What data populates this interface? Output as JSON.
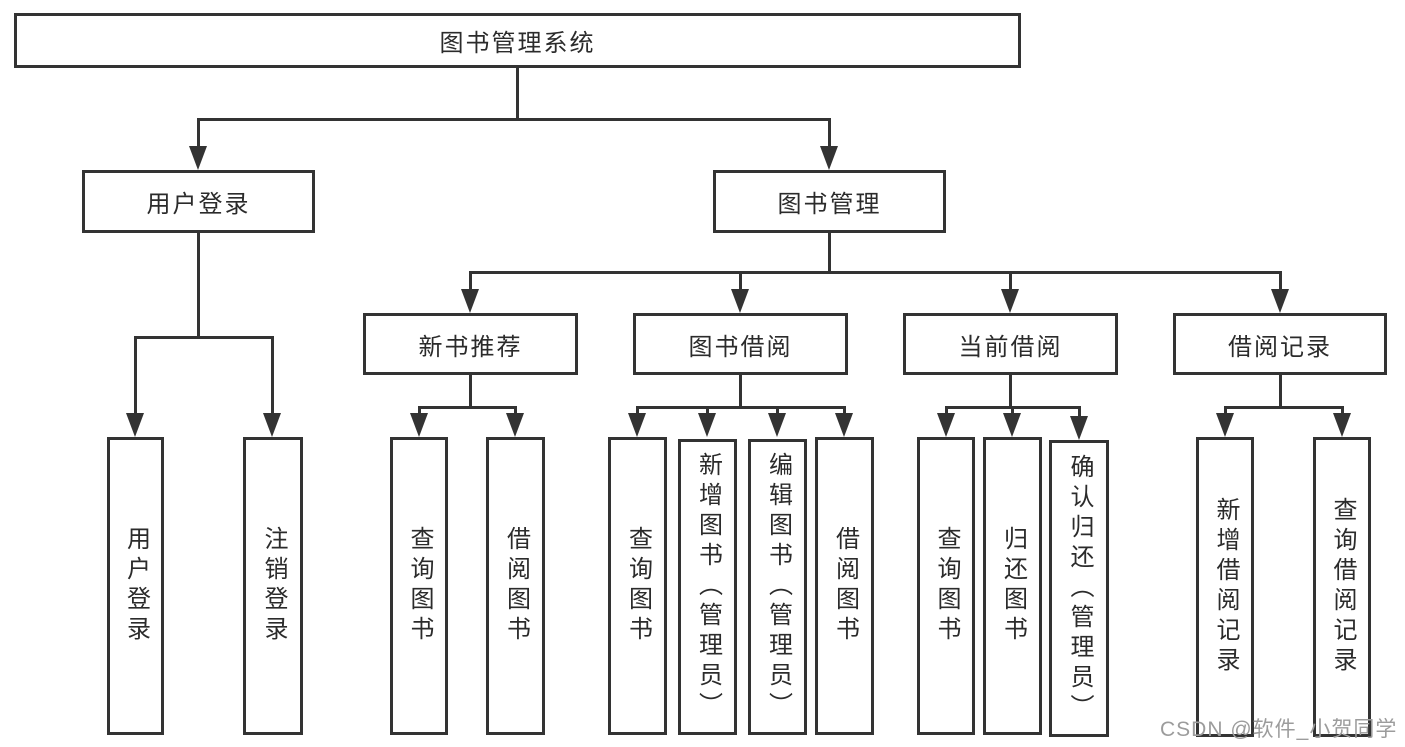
{
  "tree": {
    "root": {
      "label": "图书管理系统"
    },
    "user_login": {
      "label": "用户登录",
      "children": [
        {
          "label": "用户登录"
        },
        {
          "label": "注销登录"
        }
      ]
    },
    "book_management": {
      "label": "图书管理",
      "children": [
        {
          "label": "新书推荐",
          "children": [
            {
              "label": "查询图书"
            },
            {
              "label": "借阅图书"
            }
          ]
        },
        {
          "label": "图书借阅",
          "children": [
            {
              "label": "查询图书"
            },
            {
              "label": "新增图书（管理员）"
            },
            {
              "label": "编辑图书（管理员）"
            },
            {
              "label": "借阅图书"
            }
          ]
        },
        {
          "label": "当前借阅",
          "children": [
            {
              "label": "查询图书"
            },
            {
              "label": "归还图书"
            },
            {
              "label": "确认归还（管理员）"
            }
          ]
        },
        {
          "label": "借阅记录",
          "children": [
            {
              "label": "新增借阅记录"
            },
            {
              "label": "查询借阅记录"
            }
          ]
        }
      ]
    }
  },
  "watermark": "CSDN @软件_小贺同学",
  "colors": {
    "line": "#333333",
    "text": "#2b2b2b",
    "background": "#ffffff",
    "watermark": "#9c9c9c"
  }
}
